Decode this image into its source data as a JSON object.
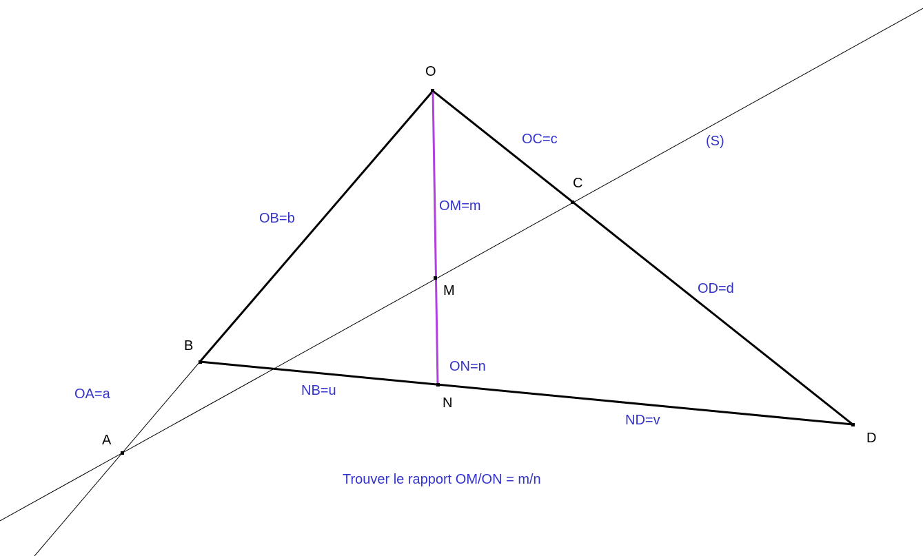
{
  "colors": {
    "segment": "#000000",
    "cevian": "#b040e0",
    "label_blue": "#3333cc",
    "point_label": "#000000"
  },
  "points": {
    "O": "O",
    "A": "A",
    "B": "B",
    "C": "C",
    "D": "D",
    "M": "M",
    "N": "N"
  },
  "line_label": "(S)",
  "lengths": {
    "OA": "OA=a",
    "OB": "OB=b",
    "OC": "OC=c",
    "OD": "OD=d",
    "OM": "OM=m",
    "ON": "ON=n",
    "NB": "NB=u",
    "ND": "ND=v"
  },
  "task": "Trouver le rapport OM/ON = m/n"
}
